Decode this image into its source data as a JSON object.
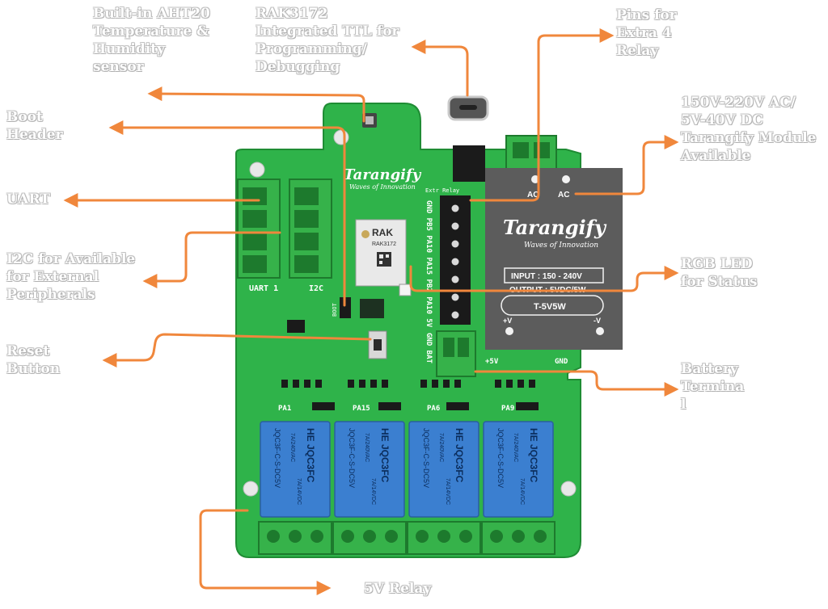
{
  "colors": {
    "board": "#2fb34a",
    "board_dark": "#1f8c34",
    "arrow": "#f0873c",
    "relay": "#3b7fd0",
    "module": "#5c5c5c",
    "terminal": "#36b24a"
  },
  "labels": {
    "aht20": "Built-in AHT20\nTemperature &\nHumidity\nsensor",
    "rak3172": "RAK3172\nIntegrated TTL for\nProgramming/\nDebugging",
    "pins_relay": "Pins for\nExtra 4\nRelay",
    "ac_module": "150V-220V AC/\n5V-40V DC\nTarangify Module\nAvailable",
    "boot": "Boot\nHeader",
    "uart": "UART",
    "i2c": "I2C for Available\nfor External\nPeripherals",
    "rgb": "RGB LED\nfor Status",
    "reset": "Reset\nButton",
    "battery": "Battery\nTermina\nl",
    "relay5v": "5V Relay"
  },
  "board": {
    "brand": "Tarangify",
    "tagline": "Waves of Innovation",
    "uart_label": "UART 1",
    "i2c_label": "I2C",
    "ext_relay": "Extr Relay",
    "header_pins": "GND PB5 PA10 PA15 PB2 PA10 5V",
    "gnd_bat": "GND BAT",
    "plus5v": "+5V",
    "gnd": "GND",
    "rak_brand": "RAK",
    "rak_model": "RAK3172",
    "boot_text": "BOOT",
    "relays": [
      {
        "pin": "PA1",
        "brand": "HE",
        "model": "JQC3FC",
        "part": "JQC3F-C-S-DC5V",
        "r1": "7A/240VAC",
        "r2": "7A/14VDC"
      },
      {
        "pin": "PA15",
        "brand": "HE",
        "model": "JQC3FC",
        "part": "JQC3F-C-S-DC5V",
        "r1": "7A/240VAC",
        "r2": "7A/14VDC"
      },
      {
        "pin": "PA6",
        "brand": "HE",
        "model": "JQC3FC",
        "part": "JQC3F-C-S-DC5V",
        "r1": "7A/240VAC",
        "r2": "7A/14VDC"
      },
      {
        "pin": "PA9",
        "brand": "HE",
        "model": "JQC3FC",
        "part": "JQC3F-C-S-DC5V",
        "r1": "7A/240VAC",
        "r2": "7A/14VDC"
      }
    ],
    "module": {
      "ac1": "AC",
      "ac2": "AC",
      "brand": "Tarangify",
      "tagline": "Waves of Innovation",
      "input": "INPUT : 150 - 240V",
      "output": "OUTPUT : 5VDC/5W",
      "model": "T-5V5W",
      "plus_v": "+V",
      "minus_v": "-V"
    }
  }
}
